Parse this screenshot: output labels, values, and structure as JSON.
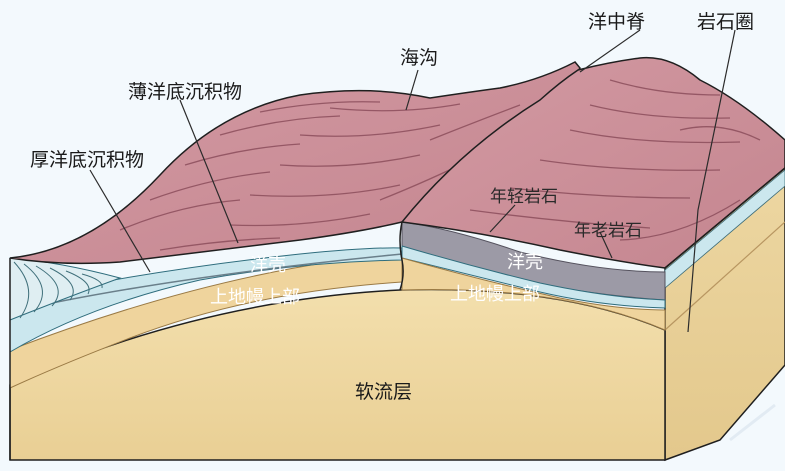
{
  "labels": {
    "ridge": "洋中脊",
    "lithosphere": "岩石圈",
    "trench": "海沟",
    "thin_sediment": "薄洋底沉积物",
    "thick_sediment": "厚洋底沉积物",
    "young_rock": "年轻岩石",
    "old_rock": "年老岩石",
    "crust_left": "洋壳",
    "crust_right": "洋壳",
    "mantle_left": "上地幔上部",
    "mantle_right": "上地幔上部",
    "asthenosphere": "软流层"
  },
  "colors": {
    "background": "#f3f9fd",
    "asthenosphere": "#f0d9a4",
    "mantle": "#eed39c",
    "crust": "#cbe7ee",
    "rock_gray": "#9c9aa6",
    "sediment_top": "#c98d97",
    "sediment_stripe": "#8c4e5c",
    "outline": "#1f1f1f"
  }
}
